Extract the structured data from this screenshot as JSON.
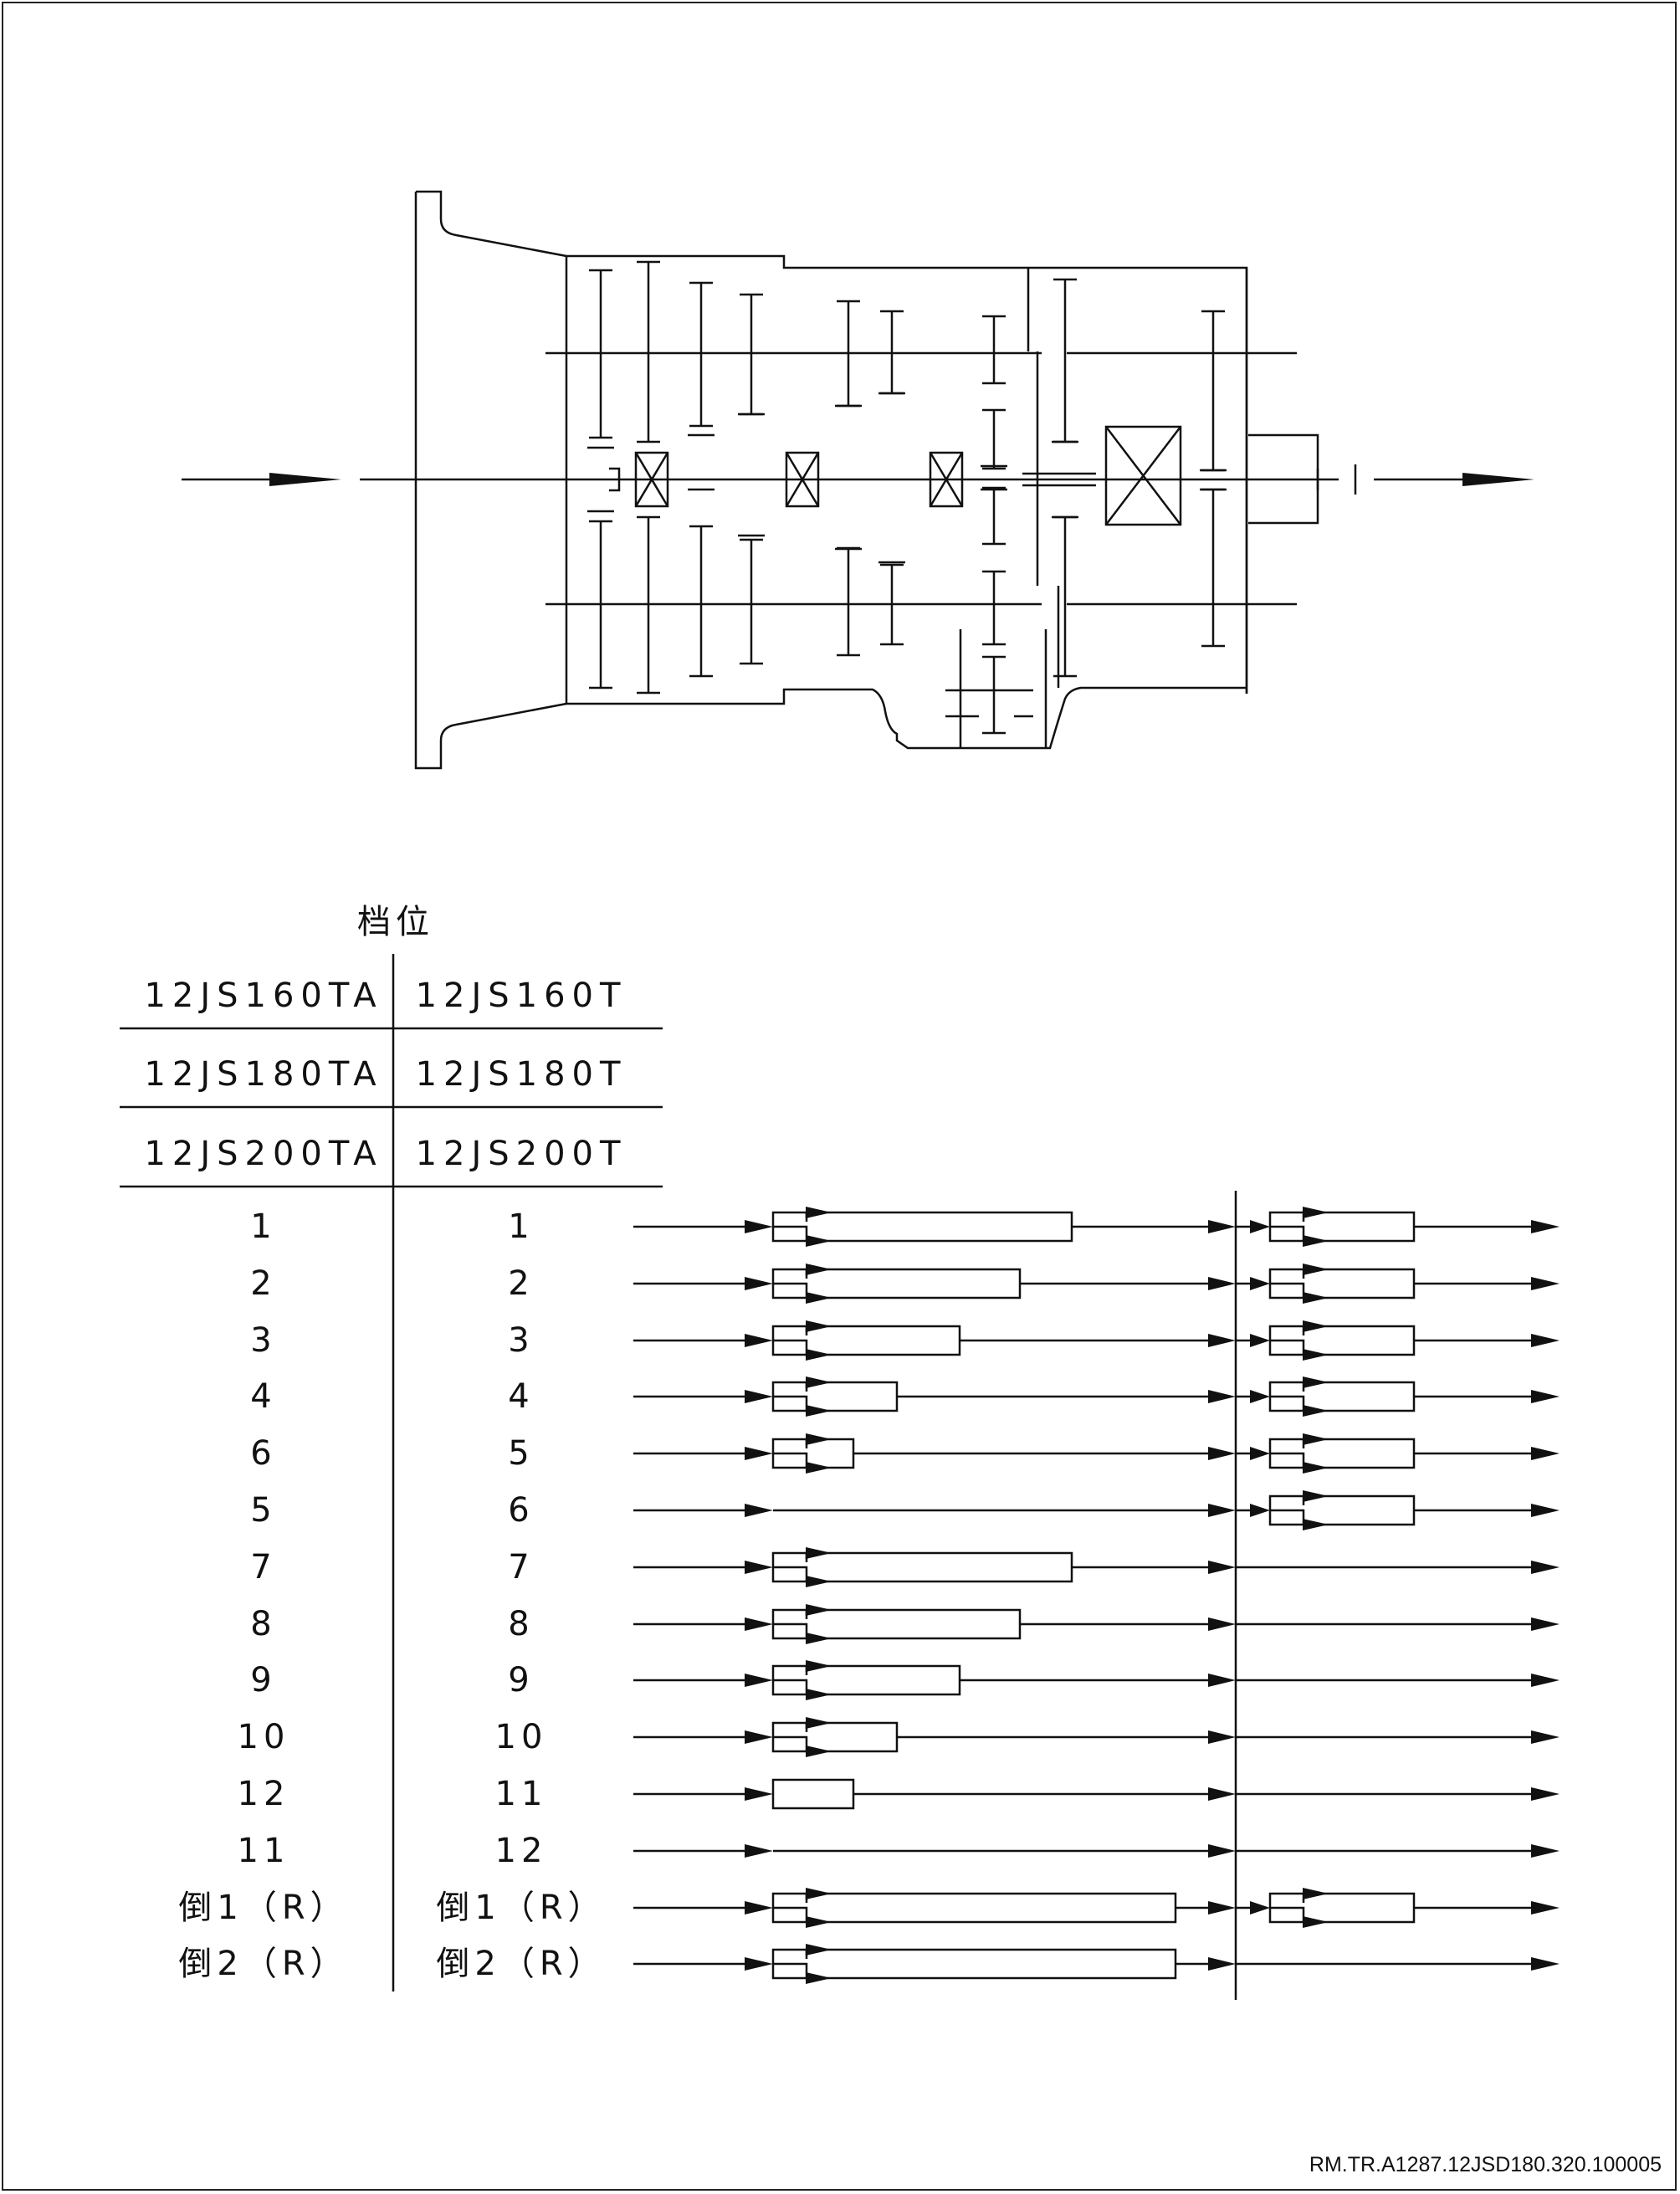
{
  "table": {
    "header": "档位",
    "model_pairs": [
      {
        "left": "12JS160TA",
        "right": "12JS160T"
      },
      {
        "left": "12JS180TA",
        "right": "12JS180T"
      },
      {
        "left": "12JS200TA",
        "right": "12JS200T"
      }
    ],
    "rows": [
      {
        "left": "1",
        "right": "1",
        "box1": 4,
        "box2": 1,
        "r1_fwd": true
      },
      {
        "left": "2",
        "right": "2",
        "box1": 3,
        "box2": 1,
        "r1_fwd": true
      },
      {
        "left": "3",
        "right": "3",
        "box1": 2,
        "box2": 1,
        "r1_fwd": true
      },
      {
        "left": "4",
        "right": "4",
        "box1": 1,
        "box2": 1,
        "r1_fwd": true
      },
      {
        "left": "6",
        "right": "5",
        "box1": 0,
        "box2": 1,
        "r1_fwd": true
      },
      {
        "left": "5",
        "right": "6",
        "box1": null,
        "box2": 1,
        "r1_fwd": true
      },
      {
        "left": "7",
        "right": "7",
        "box1": 4,
        "box2": null,
        "r1_fwd": true
      },
      {
        "left": "8",
        "right": "8",
        "box1": 3,
        "box2": null,
        "r1_fwd": true
      },
      {
        "left": "9",
        "right": "9",
        "box1": 2,
        "box2": null,
        "r1_fwd": true
      },
      {
        "left": "10",
        "right": "10",
        "box1": 1,
        "box2": null,
        "r1_fwd": true
      },
      {
        "left": "12",
        "right": "11",
        "box1": 0,
        "box2": null,
        "r1_fwd": false
      },
      {
        "left": "11",
        "right": "12",
        "box1": null,
        "box2": null,
        "r1_fwd": true
      },
      {
        "left": "倒1（R）",
        "right": "倒1（R）",
        "box1": 5,
        "box2": 1,
        "r1_fwd": true
      },
      {
        "left": "倒2（R）",
        "right": "倒2（R）",
        "box1": 5,
        "box2": null,
        "r1_fwd": true
      }
    ]
  },
  "doc_code": "RM.TR.A1287.12JSD180.320.100005"
}
